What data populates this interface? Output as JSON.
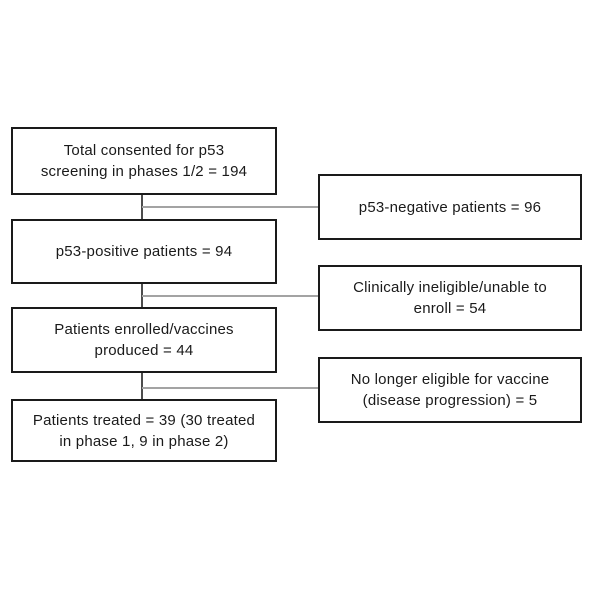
{
  "page": {
    "background_color": "#ffffff",
    "box_border_color": "#1a1a1a",
    "text_color": "#1a1a1a",
    "vertical_connector_color": "#4d4d4d",
    "horizontal_connector_color": "#a3a3a3"
  },
  "diagram": {
    "type": "patient-flow-chart",
    "main_flow": [
      {
        "name": "total-consented",
        "text": "Total consented for p53\nscreening in phases 1/2 = 194",
        "value": 194
      },
      {
        "name": "p53-positive",
        "text": "p53-positive patients = 94",
        "value": 94
      },
      {
        "name": "enrolled-vaccines",
        "text": "Patients enrolled/vaccines\nproduced = 44",
        "value": 44
      },
      {
        "name": "patients-treated",
        "text": "Patients treated = 39 (30 treated\nin phase 1, 9 in phase 2)",
        "value": 39
      }
    ],
    "exclusions": [
      {
        "name": "p53-negative",
        "text": "p53-negative patients = 96",
        "value": 96
      },
      {
        "name": "clinically-ineligible",
        "text": "Clinically ineligible/unable to\nenroll = 54",
        "value": 54
      },
      {
        "name": "no-longer-eligible",
        "text": "No longer eligible for vaccine\n(disease progression) = 5",
        "value": 5
      }
    ]
  }
}
